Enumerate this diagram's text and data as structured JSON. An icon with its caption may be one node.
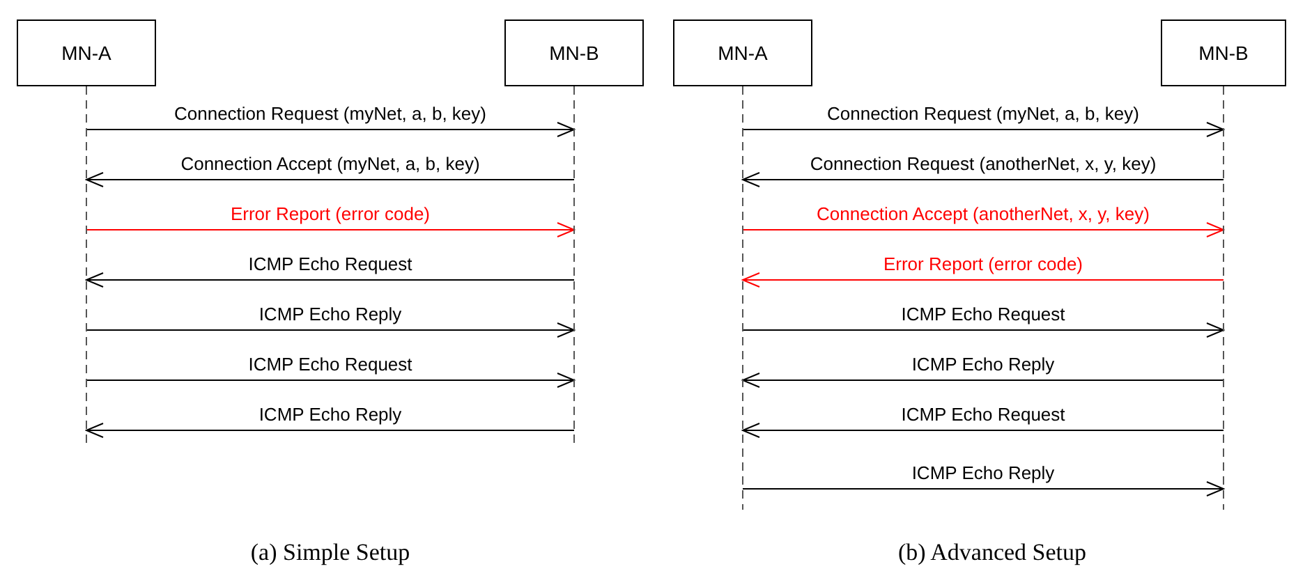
{
  "diagram": {
    "nodes": [
      {
        "text": [
          "MN-A"
        ]
      },
      {
        "text": [
          "MN-B"
        ]
      },
      {
        "text": [
          "MN-A"
        ]
      },
      {
        "text": [
          "MN-B"
        ]
      }
    ],
    "edges": [
      {
        "from": 0,
        "to": 1,
        "arrow": "to",
        "label": "Connection Request (myNet, a, b, key)"
      },
      {
        "from": 1,
        "to": 0,
        "arrow": "to",
        "label": "Connection Accept (myNet, a, b, key)"
      },
      {
        "from": 0,
        "to": 1,
        "arrow": "to",
        "label": "Error Report (error code)",
        "color": "#ff0000"
      },
      {
        "from": 1,
        "to": 0,
        "arrow": "to",
        "label": "ICMP Echo Request"
      },
      {
        "from": 0,
        "to": 1,
        "arrow": "to",
        "label": "ICMP Echo Reply"
      },
      {
        "from": 0,
        "to": 1,
        "arrow": "to",
        "label": "ICMP Echo Request"
      },
      {
        "from": 1,
        "to": 0,
        "arrow": "to",
        "label": "ICMP Echo Reply"
      },
      {
        "from": 2,
        "to": 3,
        "arrow": "to",
        "label": "Connection Request (myNet, a, b, key)"
      },
      {
        "from": 3,
        "to": 2,
        "arrow": "to",
        "label": "Connection Request (anotherNet, x, y, key)"
      },
      {
        "from": 2,
        "to": 3,
        "arrow": "to",
        "label": "Connection Accept (anotherNet, x, y, key)",
        "color": "#ff0000"
      },
      {
        "from": 3,
        "to": 2,
        "arrow": "to",
        "label": "Error Report (error code)",
        "color": "#ff0000"
      },
      {
        "from": 2,
        "to": 3,
        "arrow": "to",
        "label": "ICMP Echo Request"
      },
      {
        "from": 3,
        "to": 2,
        "arrow": "to",
        "label": "ICMP Echo Reply"
      },
      {
        "from": 3,
        "to": 2,
        "arrow": "to",
        "label": "ICMP Echo Request"
      },
      {
        "from": 2,
        "to": 3,
        "arrow": "to",
        "label": "ICMP Echo Reply"
      }
    ],
    "labels": [
      "(a) Simple Setup",
      "(b) Advanced Setup"
    ]
  }
}
